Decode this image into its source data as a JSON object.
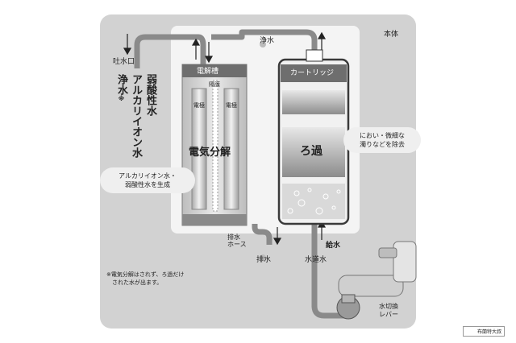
{
  "labels": {
    "honntai": "本体",
    "jousui_top": "浄水",
    "tosuikou": "吐水口",
    "electrolysis_tank": "電解槽",
    "membrane": "隔膜",
    "electrode_left": "電極",
    "electrode_right": "電極",
    "electrolysis": "電気分解",
    "cartridge": "カートリッジ",
    "filtration": "ろ過",
    "haisui_hose": "排水\nホース",
    "haisui": "排水",
    "kyusui": "給水",
    "suidousui": "水道水",
    "switch_lever": "水切換\nレバー"
  },
  "vertical_outputs": [
    {
      "text": "浄水",
      "mark": "※"
    },
    {
      "text": "アルカリイオン水",
      "mark": ""
    },
    {
      "text": "弱酸性水",
      "mark": ""
    }
  ],
  "bubbles": {
    "generate": "アルカリイオン水・\n弱酸性水を生成",
    "remove": "におい・微細な\n濁りなどを除去"
  },
  "footnote": "※電気分解はされず、ろ過だけ\n　された水が出ます。",
  "watermark": "布蘭特大叔",
  "colors": {
    "panel": "#d2d2d2",
    "body": "#f4f4f4",
    "pipe": "#8a8a8a"
  }
}
